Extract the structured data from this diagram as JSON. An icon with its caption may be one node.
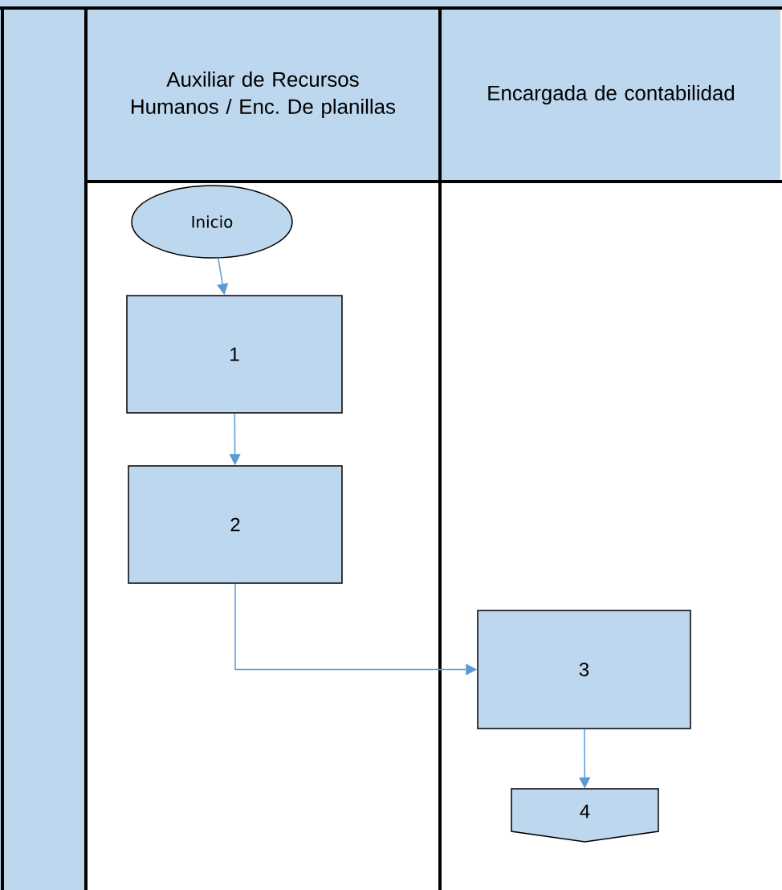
{
  "diagram": {
    "nodes": [
      {
        "text": [
          "Auxiliar de Recursos Humanos / Enc. De planillas"
        ]
      },
      {
        "text": [
          "Encargada de contabilidad"
        ]
      },
      {
        "text": [
          "Inicio"
        ]
      },
      {
        "text": [
          "1"
        ]
      },
      {
        "text": [
          "2"
        ]
      },
      {
        "text": [
          "3"
        ]
      },
      {
        "text": [
          "4"
        ]
      }
    ],
    "edges": [
      {
        "from": 2,
        "to": 3,
        "arrow": "to"
      },
      {
        "from": 3,
        "to": 4,
        "arrow": "to"
      },
      {
        "from": 4,
        "to": 5,
        "arrow": "to"
      },
      {
        "from": 5,
        "to": 6,
        "arrow": "to"
      }
    ]
  }
}
